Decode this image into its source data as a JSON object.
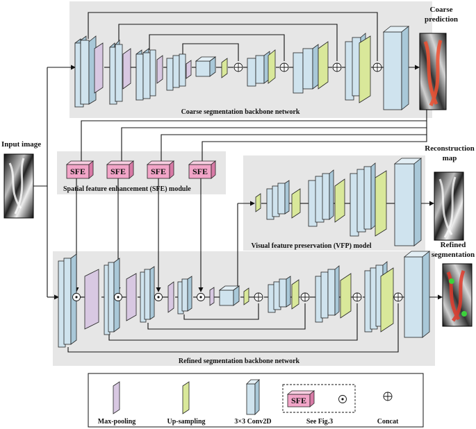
{
  "labels": {
    "coarse_prediction": [
      "Coarse",
      "prediction"
    ],
    "input_image": "Input image",
    "reconstruction_map": [
      "Reconstruction",
      "map"
    ],
    "refined_segmentation": [
      "Refined",
      "segmentation"
    ],
    "coarse_backbone": "Coarse segmentation backbone network",
    "sfe_module": "Spatial feature enhancement (SFE) module",
    "vfp_model": "Visual feature preservation (VFP) model",
    "refined_backbone": "Refined segmentation backbone network"
  },
  "sfe_block_label": "SFE",
  "legend": {
    "max_pooling": "Max-pooling",
    "up_sampling": "Up-sampling",
    "conv": "3×3 Conv2D",
    "see_fig": "See Fig.3",
    "concat": "Concat"
  },
  "colors": {
    "panel": "#e6e6e6",
    "conv_front": "#cfe3ee",
    "conv_side": "#a9c8d8",
    "pool_front": "#d8c8e2",
    "up_front": "#d9e89a",
    "sfe_front": "#f2a5c8",
    "sfe_top": "#f9cfe2",
    "sfe_side": "#d87aa6"
  },
  "icons": [
    "dot-product-icon",
    "concat-icon"
  ]
}
